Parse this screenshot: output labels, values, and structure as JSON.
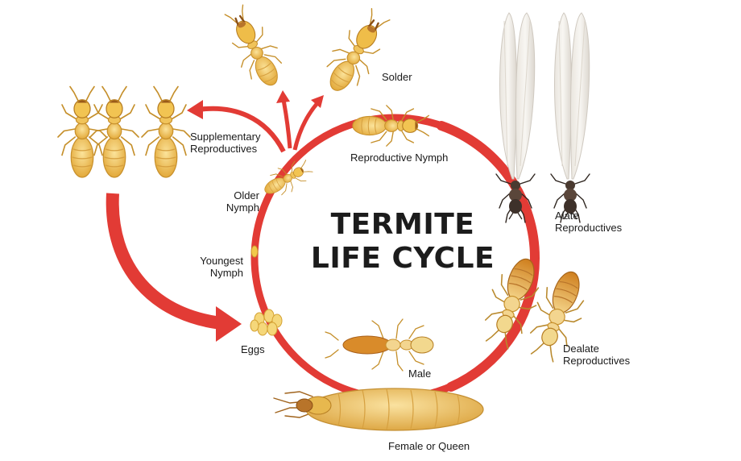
{
  "title": {
    "line1": "TERMITE",
    "line2": "LIFE CYCLE"
  },
  "labels": {
    "solder": "Solder",
    "supplementary_line1": "Supplementary",
    "supplementary_line2": "Reproductives",
    "reproductive_nymph": "Reproductive Nymph",
    "older_nymph_line1": "Older",
    "older_nymph_line2": "Nymph",
    "youngest_nymph_line1": "Youngest",
    "youngest_nymph_line2": "Nymph",
    "eggs": "Eggs",
    "alate_line1": "Alate",
    "alate_line2": "Reproductives",
    "dealate_line1": "Dealate",
    "dealate_line2": "Reproductives",
    "male": "Male",
    "queen": "Female or Queen"
  },
  "colors": {
    "cycle_red": "#e23b35",
    "worker_yellow": "#f2c94c",
    "worker_shade": "#d9a22a",
    "head_brown": "#b8742a",
    "alate_wing": "#eeeae4",
    "alate_body": "#4a3a30",
    "queen_body": "#f0c85e",
    "male_body": "#d98b2a"
  },
  "icons": [
    "termite-icon",
    "egg-cluster-icon",
    "winged-termite-icon",
    "queen-termite-icon"
  ]
}
